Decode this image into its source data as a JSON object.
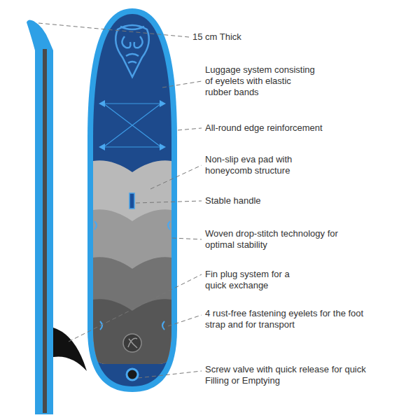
{
  "diagram": {
    "labels": [
      "15 cm Thick",
      "Luggage system consisting of eyelets with elastic rubber bands",
      "All-round edge reinforcement",
      "Non-slip eva pad with honeycomb structure",
      "Stable handle",
      "Woven drop-stitch technology for optimal stability",
      "Fin plug system for a quick exchange",
      "4 rust-free fastening eyelets for the foot strap and for transport",
      "Screw valve with quick release for quick Filling or Emptying"
    ]
  }
}
